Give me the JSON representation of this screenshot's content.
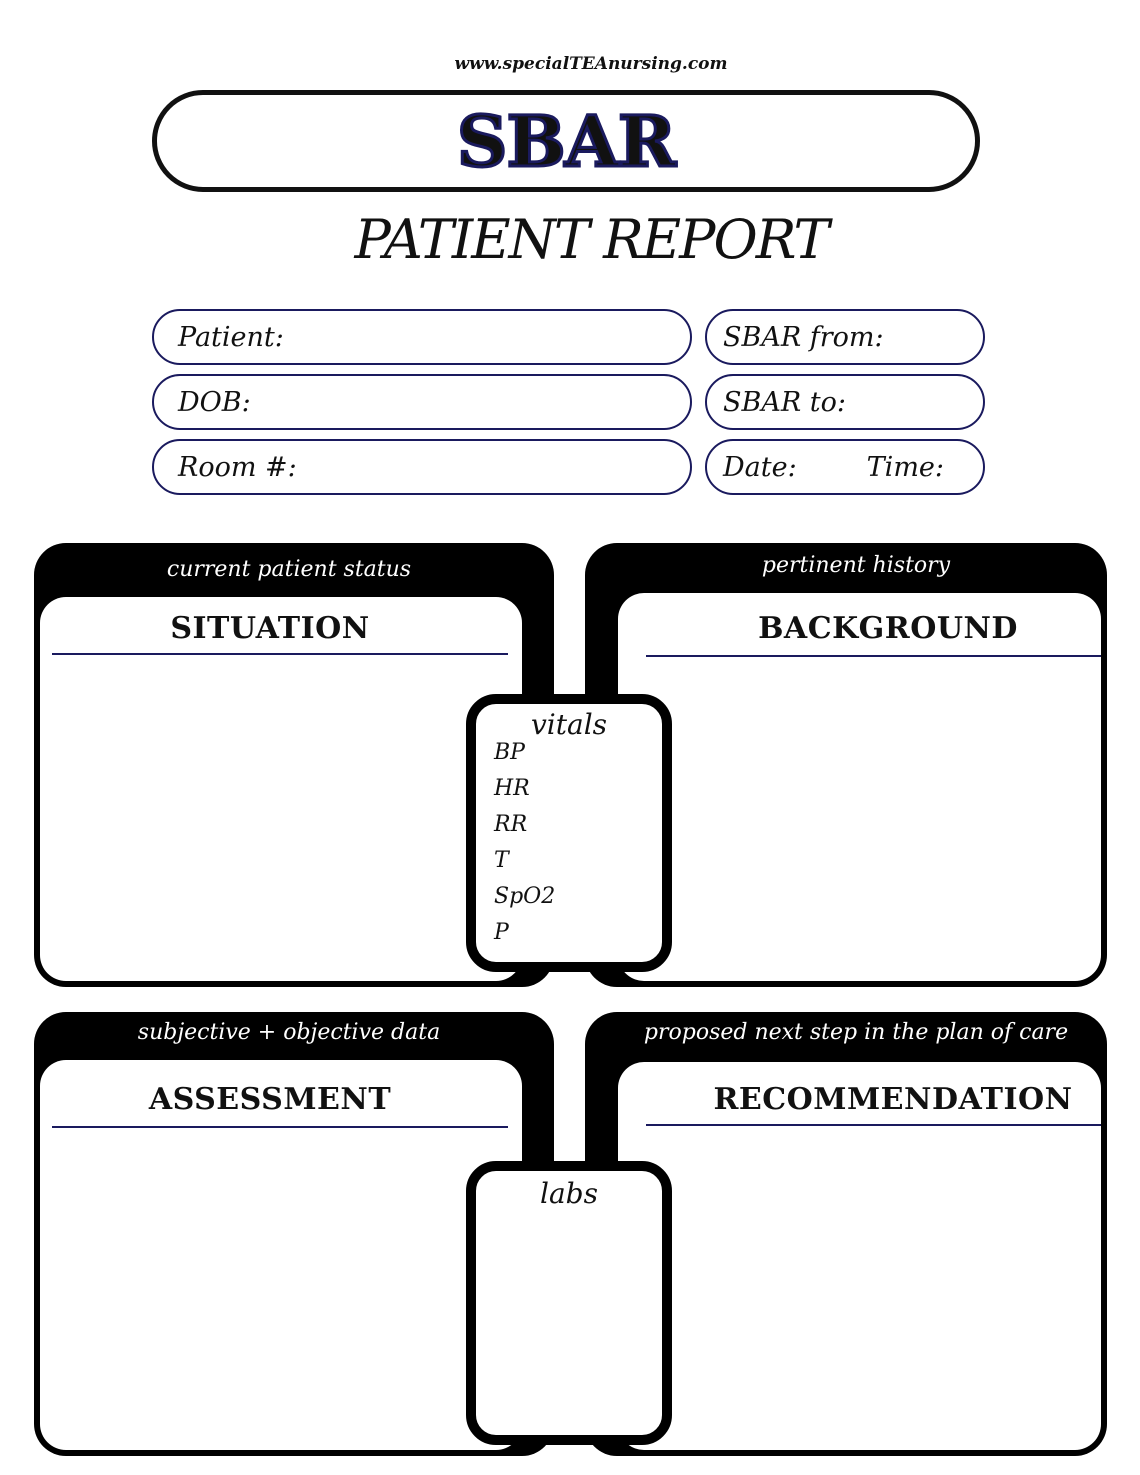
{
  "header": {
    "website": "www.specialTEAnursing.com",
    "title": "SBAR",
    "subtitle": "PATIENT REPORT"
  },
  "fields": {
    "patient": "Patient:",
    "dob": "DOB:",
    "room": "Room #:",
    "sbar_from": "SBAR from:",
    "sbar_to": "SBAR to:",
    "date": "Date:",
    "time": "Time:"
  },
  "sections": {
    "situation": {
      "caption": "current patient status",
      "heading": "SITUATION"
    },
    "background": {
      "caption": "pertinent history",
      "heading": "BACKGROUND"
    },
    "assessment": {
      "caption": "subjective + objective data",
      "heading": "ASSESSMENT"
    },
    "recommendation": {
      "caption": "proposed next step in the plan of care",
      "heading": "RECOMMENDATION"
    }
  },
  "vitals": {
    "title": "vitals",
    "items": [
      "BP",
      "HR",
      "RR",
      "T",
      "SpO2",
      "P"
    ]
  },
  "labs": {
    "title": "labs"
  },
  "colors": {
    "accent": "#1a1a5e",
    "panel": "#000000"
  }
}
